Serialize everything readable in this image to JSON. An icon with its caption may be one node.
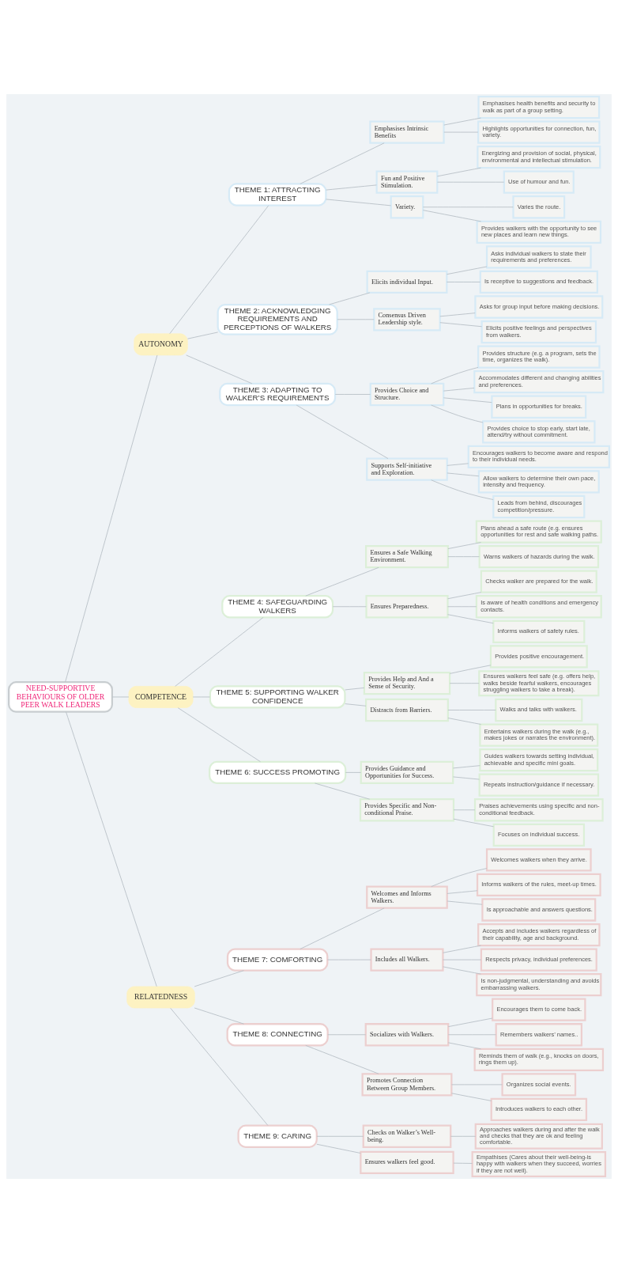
{
  "diagram": {
    "nodes": [
      {
        "text": [
          "NEED-SUPPORTIVE BEHAVIOURS OF OLDER PEER WALK LEADERS"
        ]
      },
      {
        "text": [
          "AUTONOMY"
        ]
      },
      {
        "text": [
          "THEME 1: ATTRACTING INTEREST"
        ]
      },
      {
        "text": [
          "Emphasises Intrinsic Benefits"
        ]
      },
      {
        "text": [
          "Emphasises health benefits and security to walk as part of a group setting."
        ]
      },
      {
        "text": [
          "Highlights opportunities for connection, fun, variety."
        ]
      },
      {
        "text": [
          "Fun and Positive Stimulation."
        ]
      },
      {
        "text": [
          "Energizing and provision of social, physical, environmental and intellectual stimulation."
        ]
      },
      {
        "text": [
          "Use of humour and fun."
        ]
      },
      {
        "text": [
          "Variety."
        ]
      },
      {
        "text": [
          "Varies the route."
        ]
      },
      {
        "text": [
          "Provides walkers with the opportunity to see new places and learn new things."
        ]
      },
      {
        "text": [
          "THEME 2: ACKNOWLEDGING REQUIREMENTS AND PERCEPTIONS OF WALKERS"
        ]
      },
      {
        "text": [
          "Elicits individual Input."
        ]
      },
      {
        "text": [
          "Asks individual walkers to state their requirements and preferences."
        ]
      },
      {
        "text": [
          "Is receptive to suggestions and feedback."
        ]
      },
      {
        "text": [
          "Consensus Driven Leadership style."
        ]
      },
      {
        "text": [
          "Asks for group input before making decisions."
        ]
      },
      {
        "text": [
          "Elicits positive feelings and perspectives from walkers."
        ]
      },
      {
        "text": [
          "THEME 3: ADAPTING TO WALKER’S REQUIREMENTS"
        ]
      },
      {
        "text": [
          "Provides Choice and Structure."
        ]
      },
      {
        "text": [
          "Provides structure (e.g. a program, sets the time, organizes the walk)."
        ]
      },
      {
        "text": [
          "Accommodates different and changing abilities and preferences."
        ]
      },
      {
        "text": [
          "Plans in opportunities for breaks."
        ]
      },
      {
        "text": [
          "Provides choice to stop early, start late, attend/try without commitment."
        ]
      },
      {
        "text": [
          "Supports Self-initiative and Exploration."
        ]
      },
      {
        "text": [
          "Encourages walkers to become aware and respond to their individual needs."
        ]
      },
      {
        "text": [
          "Allow walkers to determine their own pace, intensity and frequency."
        ]
      },
      {
        "text": [
          "Leads from behind, discourages competition/pressure."
        ]
      },
      {
        "text": [
          "COMPETENCE"
        ]
      },
      {
        "text": [
          "THEME 4: SAFEGUARDING WALKERS"
        ]
      },
      {
        "text": [
          "Ensures a Safe Walking Environment."
        ]
      },
      {
        "text": [
          "Plans ahead a safe route (e.g. ensures opportunities for rest and safe walking paths."
        ]
      },
      {
        "text": [
          "Warns walkers of hazards during the walk."
        ]
      },
      {
        "text": [
          "Ensures Preparedness."
        ]
      },
      {
        "text": [
          "Checks walker are prepared for the walk."
        ]
      },
      {
        "text": [
          "Is aware of health conditions and emergency contacts."
        ]
      },
      {
        "text": [
          "Informs walkers of safety rules."
        ]
      },
      {
        "text": [
          "THEME 5: SUPPORTING WALKER CONFIDENCE"
        ]
      },
      {
        "text": [
          "Provides Help and And a Sense of Security."
        ]
      },
      {
        "text": [
          "Provides positive encouragement."
        ]
      },
      {
        "text": [
          "Ensures walkers feel safe (e.g. offers help, walks beside fearful walkers, encourages struggling walkers to take a break)."
        ]
      },
      {
        "text": [
          "Distracts from Barriers."
        ]
      },
      {
        "text": [
          "Walks and talks with walkers."
        ]
      },
      {
        "text": [
          "Entertains walkers during the walk (e.g., makes jokes or narrates the environment)."
        ]
      },
      {
        "text": [
          "THEME 6: SUCCESS PROMOTING"
        ]
      },
      {
        "text": [
          "Provides Guidance and Opportunities for Success."
        ]
      },
      {
        "text": [
          "Guides walkers towards setting individual, achievable and specific mini goals."
        ]
      },
      {
        "text": [
          "Repeats instruction/guidance if necessary."
        ]
      },
      {
        "text": [
          "Provides Specific and Non-conditional Praise."
        ]
      },
      {
        "text": [
          "Praises achievements using specific and non-conditional feedback."
        ]
      },
      {
        "text": [
          "Focuses on individual success."
        ]
      },
      {
        "text": [
          "RELATEDNESS"
        ]
      },
      {
        "text": [
          "THEME 7: COMFORTING"
        ]
      },
      {
        "text": [
          "Welcomes and Informs Walkers."
        ]
      },
      {
        "text": [
          "Welcomes walkers when they arrive."
        ]
      },
      {
        "text": [
          "Informs walkers of the rules, meet-up times."
        ]
      },
      {
        "text": [
          "Is approachable and answers questions."
        ]
      },
      {
        "text": [
          "Includes all Walkers."
        ]
      },
      {
        "text": [
          "Accepts and includes walkers regardless of their capability, age and background."
        ]
      },
      {
        "text": [
          "Respects privacy, individual preferences."
        ]
      },
      {
        "text": [
          "Is non-judgmental, understanding and avoids embarrassing walkers."
        ]
      },
      {
        "text": [
          "THEME 8: CONNECTING"
        ]
      },
      {
        "text": [
          "Socializes with Walkers."
        ]
      },
      {
        "text": [
          "Encourages them to come back."
        ]
      },
      {
        "text": [
          "Remembers walkers’ names.."
        ]
      },
      {
        "text": [
          "Reminds them of walk (e.g., knocks on doors, rings them up)."
        ]
      },
      {
        "text": [
          "Promotes Connection Between Group Members."
        ]
      },
      {
        "text": [
          "Organizes social events."
        ]
      },
      {
        "text": [
          "Introduces walkers to each other."
        ]
      },
      {
        "text": [
          "THEME 9: CARING"
        ]
      },
      {
        "text": [
          "Checks on Walker’s Well-being."
        ]
      },
      {
        "text": [
          "Approaches walkers during and after the walk and checks that they are ok and feeling comfortable."
        ]
      },
      {
        "text": [
          "Ensures walkers feel good."
        ]
      },
      {
        "text": [
          "Empathises (Cares about their well-being-is happy with walkers when they succeed, worries if they are not well)."
        ]
      }
    ],
    "edges": [
      {
        "from": 0,
        "to": 1,
        "arrow": "none"
      },
      {
        "from": 1,
        "to": 2,
        "arrow": "none"
      },
      {
        "from": 2,
        "to": 3,
        "arrow": "none"
      },
      {
        "from": 3,
        "to": 4,
        "arrow": "none"
      },
      {
        "from": 3,
        "to": 5,
        "arrow": "none"
      },
      {
        "from": 2,
        "to": 6,
        "arrow": "none"
      },
      {
        "from": 6,
        "to": 7,
        "arrow": "none"
      },
      {
        "from": 6,
        "to": 8,
        "arrow": "none"
      },
      {
        "from": 2,
        "to": 9,
        "arrow": "none"
      },
      {
        "from": 9,
        "to": 10,
        "arrow": "none"
      },
      {
        "from": 9,
        "to": 11,
        "arrow": "none"
      },
      {
        "from": 1,
        "to": 12,
        "arrow": "none"
      },
      {
        "from": 12,
        "to": 13,
        "arrow": "none"
      },
      {
        "from": 13,
        "to": 14,
        "arrow": "none"
      },
      {
        "from": 13,
        "to": 15,
        "arrow": "none"
      },
      {
        "from": 12,
        "to": 16,
        "arrow": "none"
      },
      {
        "from": 16,
        "to": 17,
        "arrow": "none"
      },
      {
        "from": 16,
        "to": 18,
        "arrow": "none"
      },
      {
        "from": 1,
        "to": 19,
        "arrow": "none"
      },
      {
        "from": 19,
        "to": 20,
        "arrow": "none"
      },
      {
        "from": 20,
        "to": 21,
        "arrow": "none"
      },
      {
        "from": 20,
        "to": 22,
        "arrow": "none"
      },
      {
        "from": 20,
        "to": 23,
        "arrow": "none"
      },
      {
        "from": 20,
        "to": 24,
        "arrow": "none"
      },
      {
        "from": 19,
        "to": 25,
        "arrow": "none"
      },
      {
        "from": 25,
        "to": 26,
        "arrow": "none"
      },
      {
        "from": 25,
        "to": 27,
        "arrow": "none"
      },
      {
        "from": 25,
        "to": 28,
        "arrow": "none"
      },
      {
        "from": 0,
        "to": 29,
        "arrow": "none"
      },
      {
        "from": 29,
        "to": 30,
        "arrow": "none"
      },
      {
        "from": 30,
        "to": 31,
        "arrow": "none"
      },
      {
        "from": 31,
        "to": 32,
        "arrow": "none"
      },
      {
        "from": 31,
        "to": 33,
        "arrow": "none"
      },
      {
        "from": 30,
        "to": 34,
        "arrow": "none"
      },
      {
        "from": 34,
        "to": 35,
        "arrow": "none"
      },
      {
        "from": 34,
        "to": 36,
        "arrow": "none"
      },
      {
        "from": 34,
        "to": 37,
        "arrow": "none"
      },
      {
        "from": 29,
        "to": 38,
        "arrow": "none"
      },
      {
        "from": 38,
        "to": 39,
        "arrow": "none"
      },
      {
        "from": 39,
        "to": 40,
        "arrow": "none"
      },
      {
        "from": 39,
        "to": 41,
        "arrow": "none"
      },
      {
        "from": 38,
        "to": 42,
        "arrow": "none"
      },
      {
        "from": 42,
        "to": 43,
        "arrow": "none"
      },
      {
        "from": 42,
        "to": 44,
        "arrow": "none"
      },
      {
        "from": 29,
        "to": 45,
        "arrow": "none"
      },
      {
        "from": 45,
        "to": 46,
        "arrow": "none"
      },
      {
        "from": 46,
        "to": 47,
        "arrow": "none"
      },
      {
        "from": 46,
        "to": 48,
        "arrow": "none"
      },
      {
        "from": 45,
        "to": 49,
        "arrow": "none"
      },
      {
        "from": 49,
        "to": 50,
        "arrow": "none"
      },
      {
        "from": 49,
        "to": 51,
        "arrow": "none"
      },
      {
        "from": 0,
        "to": 52,
        "arrow": "none"
      },
      {
        "from": 52,
        "to": 53,
        "arrow": "none"
      },
      {
        "from": 53,
        "to": 54,
        "arrow": "none"
      },
      {
        "from": 54,
        "to": 55,
        "arrow": "none"
      },
      {
        "from": 54,
        "to": 56,
        "arrow": "none"
      },
      {
        "from": 54,
        "to": 57,
        "arrow": "none"
      },
      {
        "from": 53,
        "to": 58,
        "arrow": "none"
      },
      {
        "from": 58,
        "to": 59,
        "arrow": "none"
      },
      {
        "from": 58,
        "to": 60,
        "arrow": "none"
      },
      {
        "from": 58,
        "to": 61,
        "arrow": "none"
      },
      {
        "from": 52,
        "to": 62,
        "arrow": "none"
      },
      {
        "from": 62,
        "to": 63,
        "arrow": "none"
      },
      {
        "from": 63,
        "to": 64,
        "arrow": "none"
      },
      {
        "from": 63,
        "to": 65,
        "arrow": "none"
      },
      {
        "from": 63,
        "to": 66,
        "arrow": "none"
      },
      {
        "from": 62,
        "to": 67,
        "arrow": "none"
      },
      {
        "from": 67,
        "to": 68,
        "arrow": "none"
      },
      {
        "from": 67,
        "to": 69,
        "arrow": "none"
      },
      {
        "from": 52,
        "to": 70,
        "arrow": "none"
      },
      {
        "from": 70,
        "to": 71,
        "arrow": "none"
      },
      {
        "from": 71,
        "to": 72,
        "arrow": "none"
      },
      {
        "from": 70,
        "to": 73,
        "arrow": "none"
      },
      {
        "from": 73,
        "to": 74,
        "arrow": "none"
      }
    ]
  }
}
